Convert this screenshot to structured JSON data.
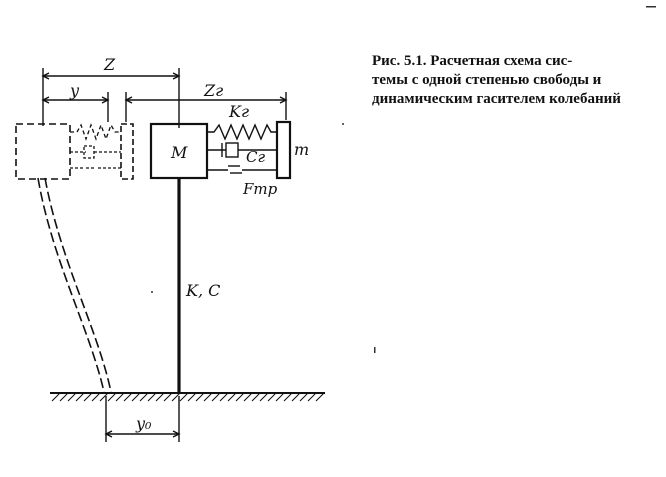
{
  "caption": {
    "line1": "Рис. 5.1. Расчетная схема сис-",
    "line2": "темы с одной степенью свободы и",
    "line3": "динамическим гасителем колебаний"
  },
  "labels": {
    "z": "Z",
    "y": "y",
    "zg": "Zг",
    "kg": "Kг",
    "main_mass": "M",
    "absorber_mass": "m",
    "cg": "Cг",
    "friction": "Fтр",
    "shaft": "K, C",
    "y0": "y₀"
  }
}
